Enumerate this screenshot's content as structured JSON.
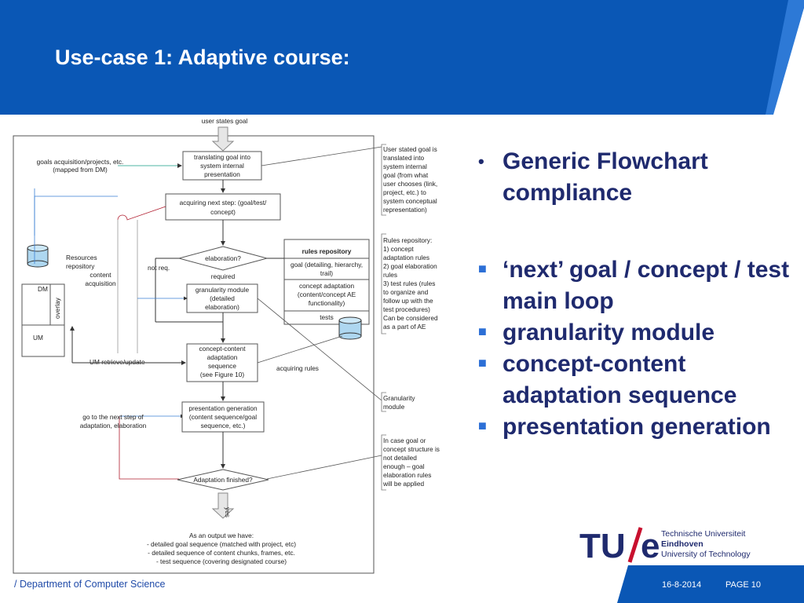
{
  "slide": {
    "title": "Use-case 1: Adaptive course:",
    "colors": {
      "header_blue": "#0a57b5",
      "title_text": "#ffffff",
      "bullet_text": "#1f2a6e",
      "accent_blue": "#2c6fd6"
    }
  },
  "diagram": {
    "user_states_goal": "user states goal",
    "goals_acq": [
      "goals acquisition/projects, etc.",
      "(mapped from DM)"
    ],
    "translating": [
      "translating goal into",
      "system internal",
      "presentation"
    ],
    "note1": [
      "User stated goal is",
      "translated into",
      "system internal",
      "goal (from what",
      "user chooses (link,",
      "project, etc.) to",
      "system conceptual",
      "representation)"
    ],
    "acquiring_next": [
      "acquiring next step: (goal/test/",
      "concept)"
    ],
    "note2": [
      "Rules repository:",
      "1) concept",
      "adaptation rules",
      "2) goal elaboration",
      "rules",
      "3) test rules (rules",
      "to organize and",
      "follow up with the",
      "test procedures)",
      "Can be considered",
      "as a part of AE"
    ],
    "rules_repo": {
      "title": "rules repository",
      "row1": [
        "goal (detailing, hierarchy,",
        "trail)"
      ],
      "row2": [
        "concept adaptation",
        "(content/concept AE",
        "functionality)"
      ],
      "row3": "tests"
    },
    "resources": [
      "Resources",
      "repository"
    ],
    "content_acq": [
      "content",
      "acquisition"
    ],
    "dm": "DM",
    "overlay": "overlay",
    "um": "UM",
    "elaboration": "elaboration?",
    "not_req": "not req.",
    "required": "required",
    "granularity": [
      "granularity module",
      "(detailed",
      "elaboration)"
    ],
    "cca": [
      "concept-content",
      "adaptation",
      "sequence",
      "(see Figure 10)"
    ],
    "um_retrieve": "UM retrieve/update",
    "acquiring_rules": "acquiring rules",
    "note3": [
      "Granularity",
      "module"
    ],
    "presentation": [
      "presentation generation",
      "(content sequence/goal",
      "sequence, etc.)"
    ],
    "go_next": [
      "go to the next step of",
      "adaptation, elaboration"
    ],
    "note4": [
      "In case goal or",
      "concept structure is",
      "not detailed",
      "enough – goal",
      "elaboration rules",
      "will be applied"
    ],
    "finished": "Adaptation finished?",
    "yes": "yes",
    "output": [
      "As an output we have:",
      "- detailed goal sequence (matched with project, etc)",
      "- detailed sequence of content chunks, frames, etc.",
      "- test sequence (covering designated course)"
    ]
  },
  "bullets": [
    {
      "marker": "dot",
      "text": "Generic Flowchart compliance"
    },
    {
      "marker": "square",
      "text": "‘next’ goal / concept / test main loop"
    },
    {
      "marker": "square",
      "text": "granularity module"
    },
    {
      "marker": "square",
      "text": "concept-content adaptation sequence"
    },
    {
      "marker": "square",
      "text": "presentation generation"
    }
  ],
  "logo": {
    "mark": "TU/e",
    "line1": "Technische Universiteit",
    "line2": "Eindhoven",
    "line3": "University of Technology"
  },
  "footer": {
    "department": "/ Department of Computer Science",
    "date": "16-8-2014",
    "page": "PAGE 10"
  }
}
